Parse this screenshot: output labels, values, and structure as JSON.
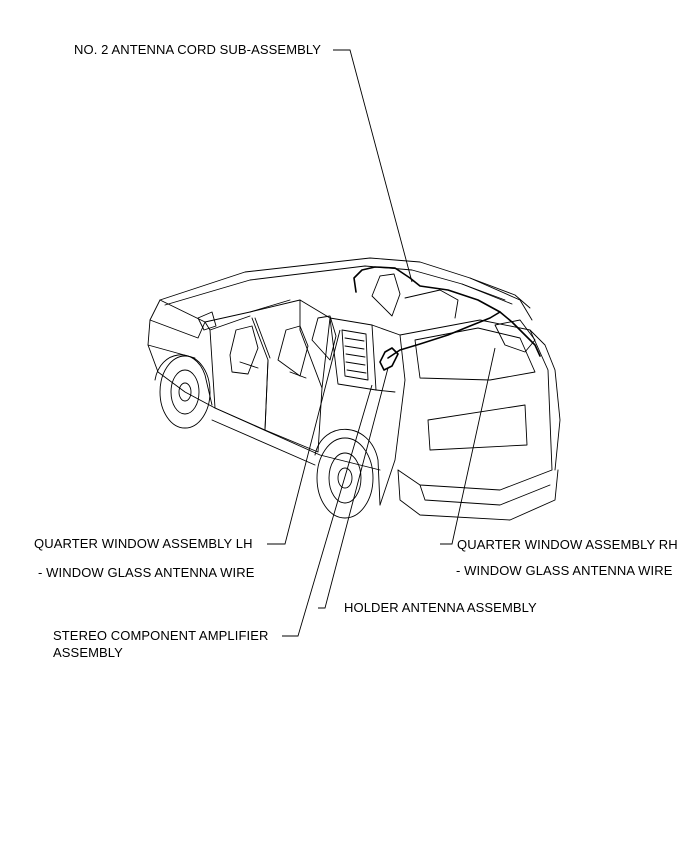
{
  "labels": {
    "antenna_cord": "NO. 2 ANTENNA CORD SUB-ASSEMBLY",
    "quarter_lh": "QUARTER WINDOW ASSEMBLY LH",
    "quarter_lh_sub": "- WINDOW GLASS ANTENNA WIRE",
    "quarter_rh": "QUARTER WINDOW ASSEMBLY RH",
    "quarter_rh_sub": "- WINDOW GLASS ANTENNA WIRE",
    "holder": "HOLDER ANTENNA ASSEMBLY",
    "amplifier_line1": "STEREO COMPONENT AMPLIFIER",
    "amplifier_line2": "ASSEMBLY"
  },
  "colors": {
    "line": "#000000",
    "background": "#ffffff"
  }
}
